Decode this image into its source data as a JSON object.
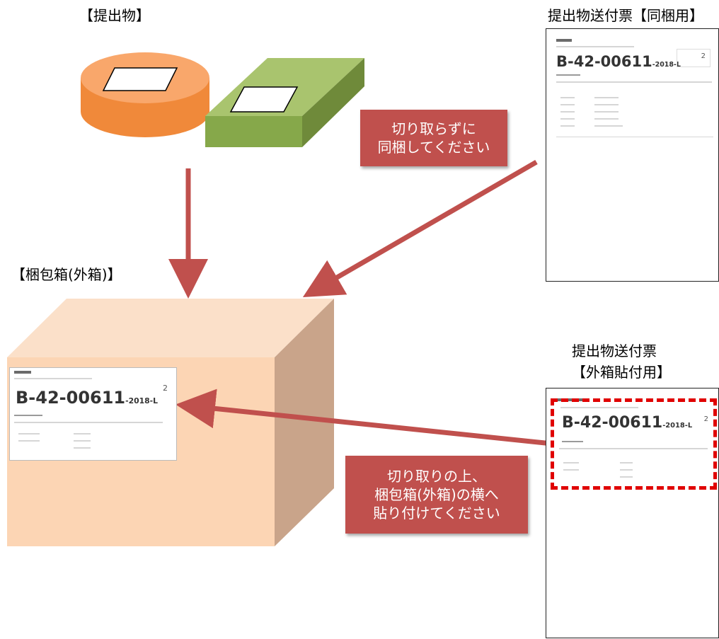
{
  "labels": {
    "submission": "【提出物】",
    "packing_box": "【梱包箱(外箱)】",
    "slip_bundled": "提出物送付票【同梱用】",
    "slip_outer_line1": "提出物送付票",
    "slip_outer_line2": "【外箱貼付用】"
  },
  "callouts": {
    "bundle": {
      "line1": "切り取らずに",
      "line2": "同梱してください"
    },
    "attach": {
      "line1": "切り取りの上、",
      "line2": "梱包箱(外箱)の横へ",
      "line3": "貼り付けてください"
    }
  },
  "slip": {
    "code": "B-42-00611",
    "code_suffix": "-2018-L",
    "count": "2"
  },
  "colors": {
    "callout": "#c0504d",
    "arrow": "#c0504d",
    "box_front": "#fcd5b4",
    "box_top": "#fbe0c9",
    "box_side": "#c9a48a",
    "cylinder": "#f79646",
    "block": "#9bbb59",
    "dashed_frame": "#e00000"
  }
}
